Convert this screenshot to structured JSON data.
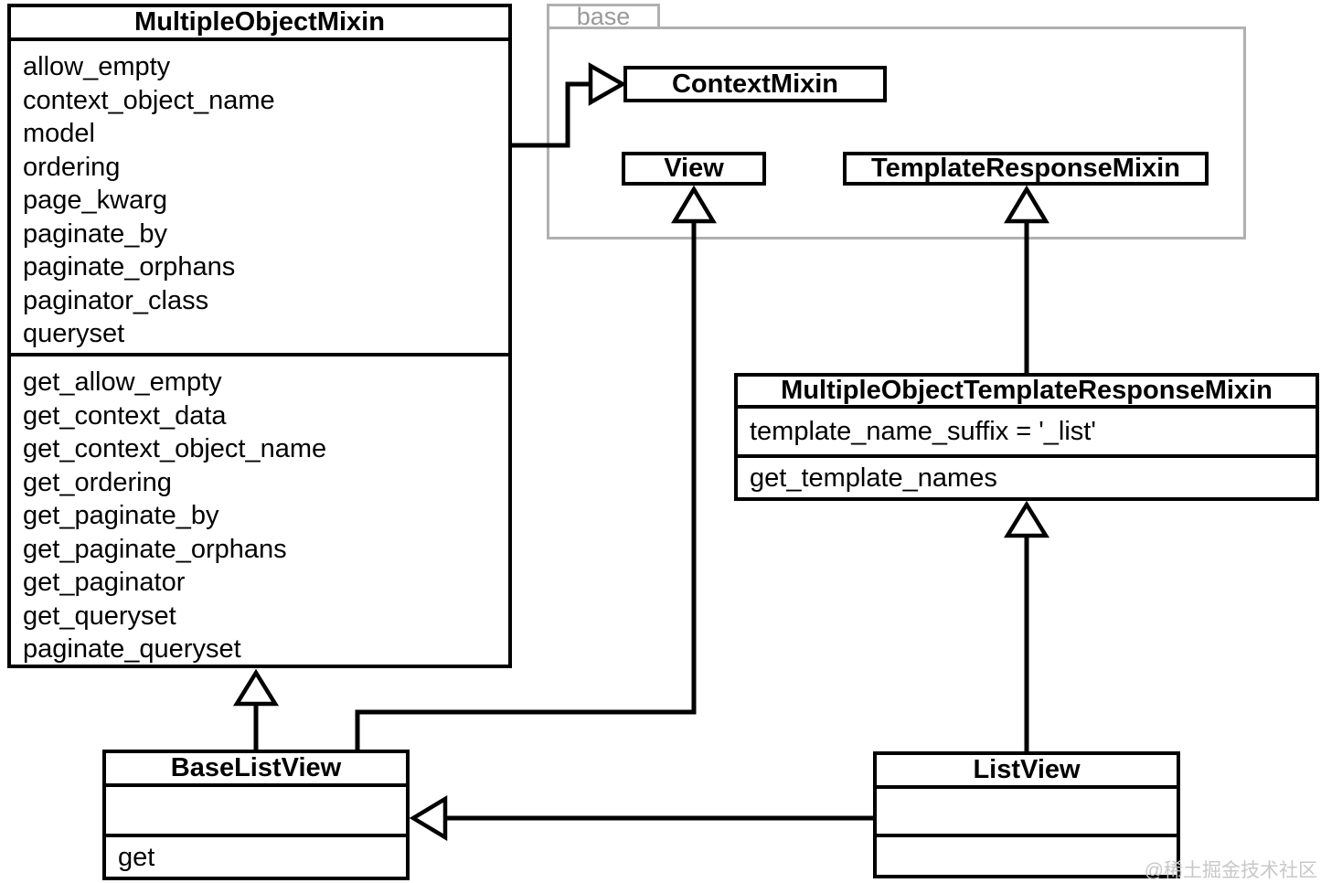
{
  "diagram": {
    "package": {
      "tab_label": "base"
    },
    "classes": {
      "multiple_object_mixin": {
        "title": "MultipleObjectMixin",
        "attributes": [
          "allow_empty",
          "context_object_name",
          "model",
          "ordering",
          "page_kwarg",
          "paginate_by",
          "paginate_orphans",
          "paginator_class",
          "queryset"
        ],
        "methods": [
          "get_allow_empty",
          "get_context_data",
          "get_context_object_name",
          "get_ordering",
          "get_paginate_by",
          "get_paginate_orphans",
          "get_paginator",
          "get_queryset",
          "paginate_queryset"
        ]
      },
      "context_mixin": {
        "title": "ContextMixin"
      },
      "view": {
        "title": "View"
      },
      "template_response_mixin": {
        "title": "TemplateResponseMixin"
      },
      "multiple_object_template_response_mixin": {
        "title": "MultipleObjectTemplateResponseMixin",
        "attributes": [
          "template_name_suffix = '_list'"
        ],
        "methods": [
          "get_template_names"
        ]
      },
      "base_list_view": {
        "title": "BaseListView",
        "attributes": [],
        "methods": [
          "get"
        ]
      },
      "list_view": {
        "title": "ListView",
        "attributes": [],
        "methods": []
      }
    },
    "watermark": "@稀土掘金技术社区",
    "colors": {
      "line": "#000000",
      "box_border": "#000000",
      "box_fill": "#ffffff",
      "package_border": "#b0b0b0",
      "package_label": "#999999",
      "watermark": "#c8c8c8",
      "background": "#ffffff"
    }
  }
}
